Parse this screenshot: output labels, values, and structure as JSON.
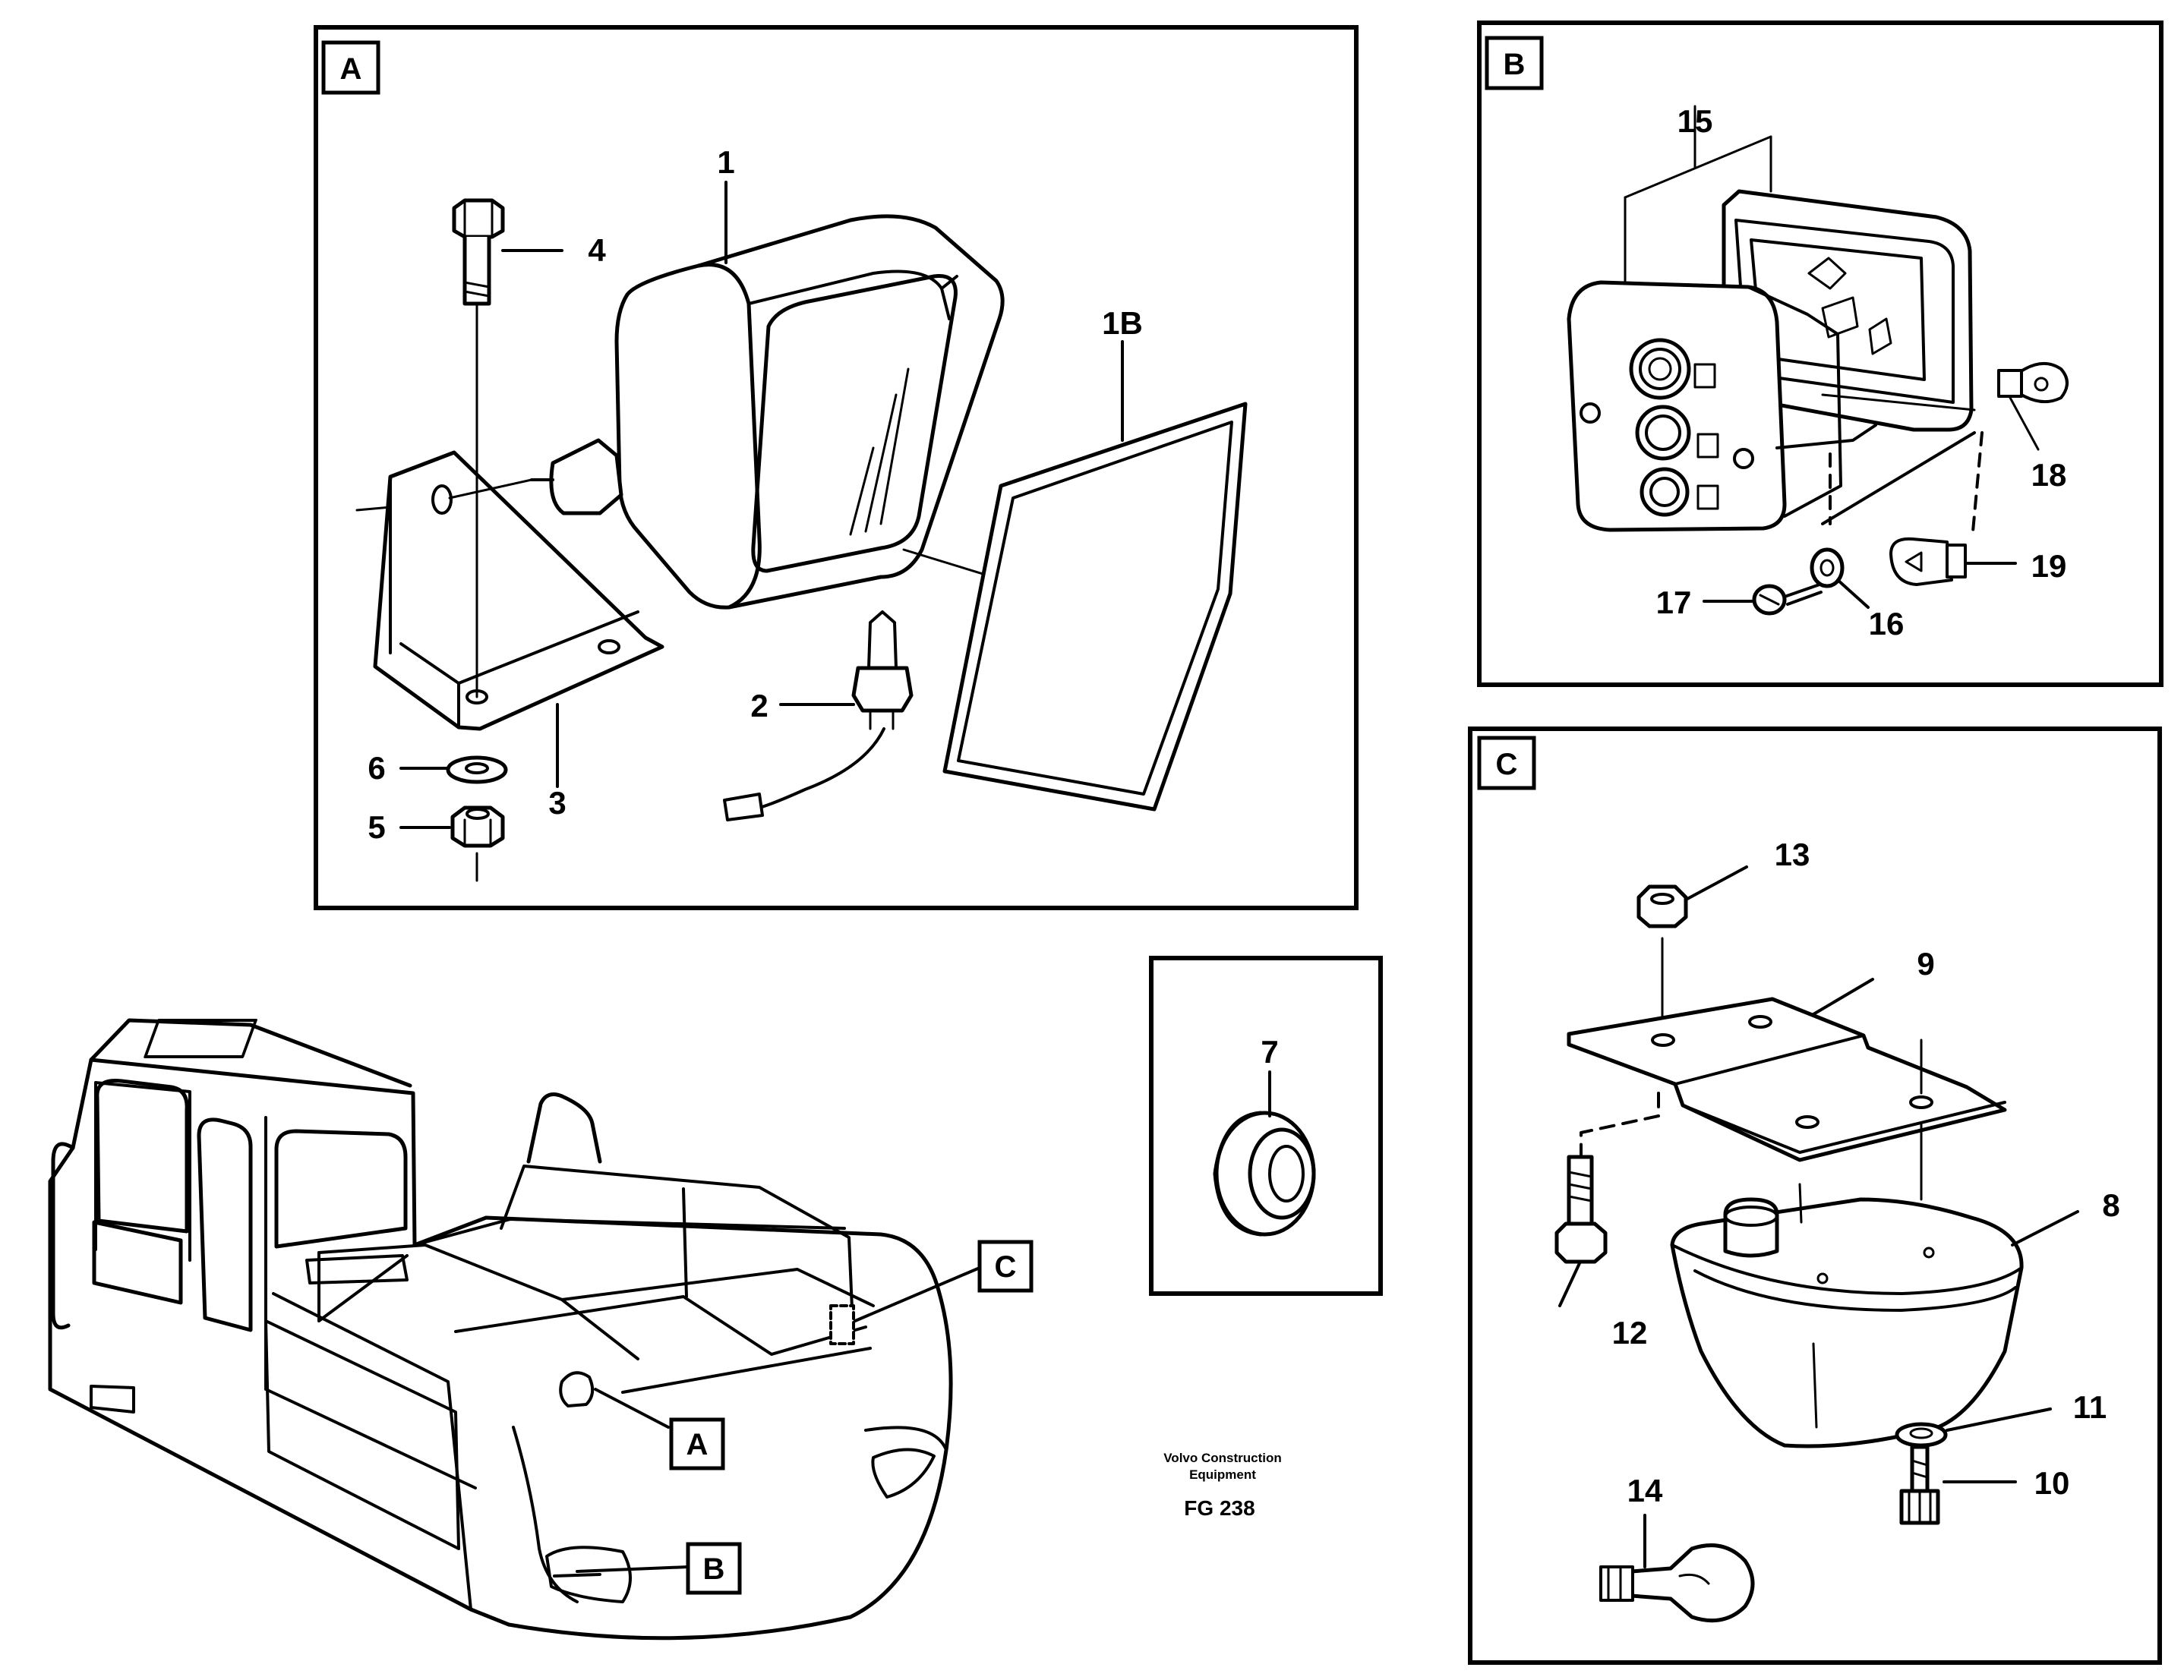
{
  "panels": {
    "a": {
      "tag": "A"
    },
    "b": {
      "tag": "B"
    },
    "c": {
      "tag": "C"
    }
  },
  "callouts": {
    "c1": "1",
    "c1b": "1B",
    "c2": "2",
    "c3": "3",
    "c4": "4",
    "c5": "5",
    "c6": "6",
    "c7": "7",
    "c8": "8",
    "c9": "9",
    "c10": "10",
    "c11": "11",
    "c12": "12",
    "c13": "13",
    "c14": "14",
    "c15": "15",
    "c16": "16",
    "c17": "17",
    "c18": "18",
    "c19": "19"
  },
  "machine_tags": {
    "a": "A",
    "b": "B",
    "c": "C"
  },
  "footer": {
    "company_line1": "Volvo Construction",
    "company_line2": "Equipment",
    "figure_code": "FG 238"
  }
}
